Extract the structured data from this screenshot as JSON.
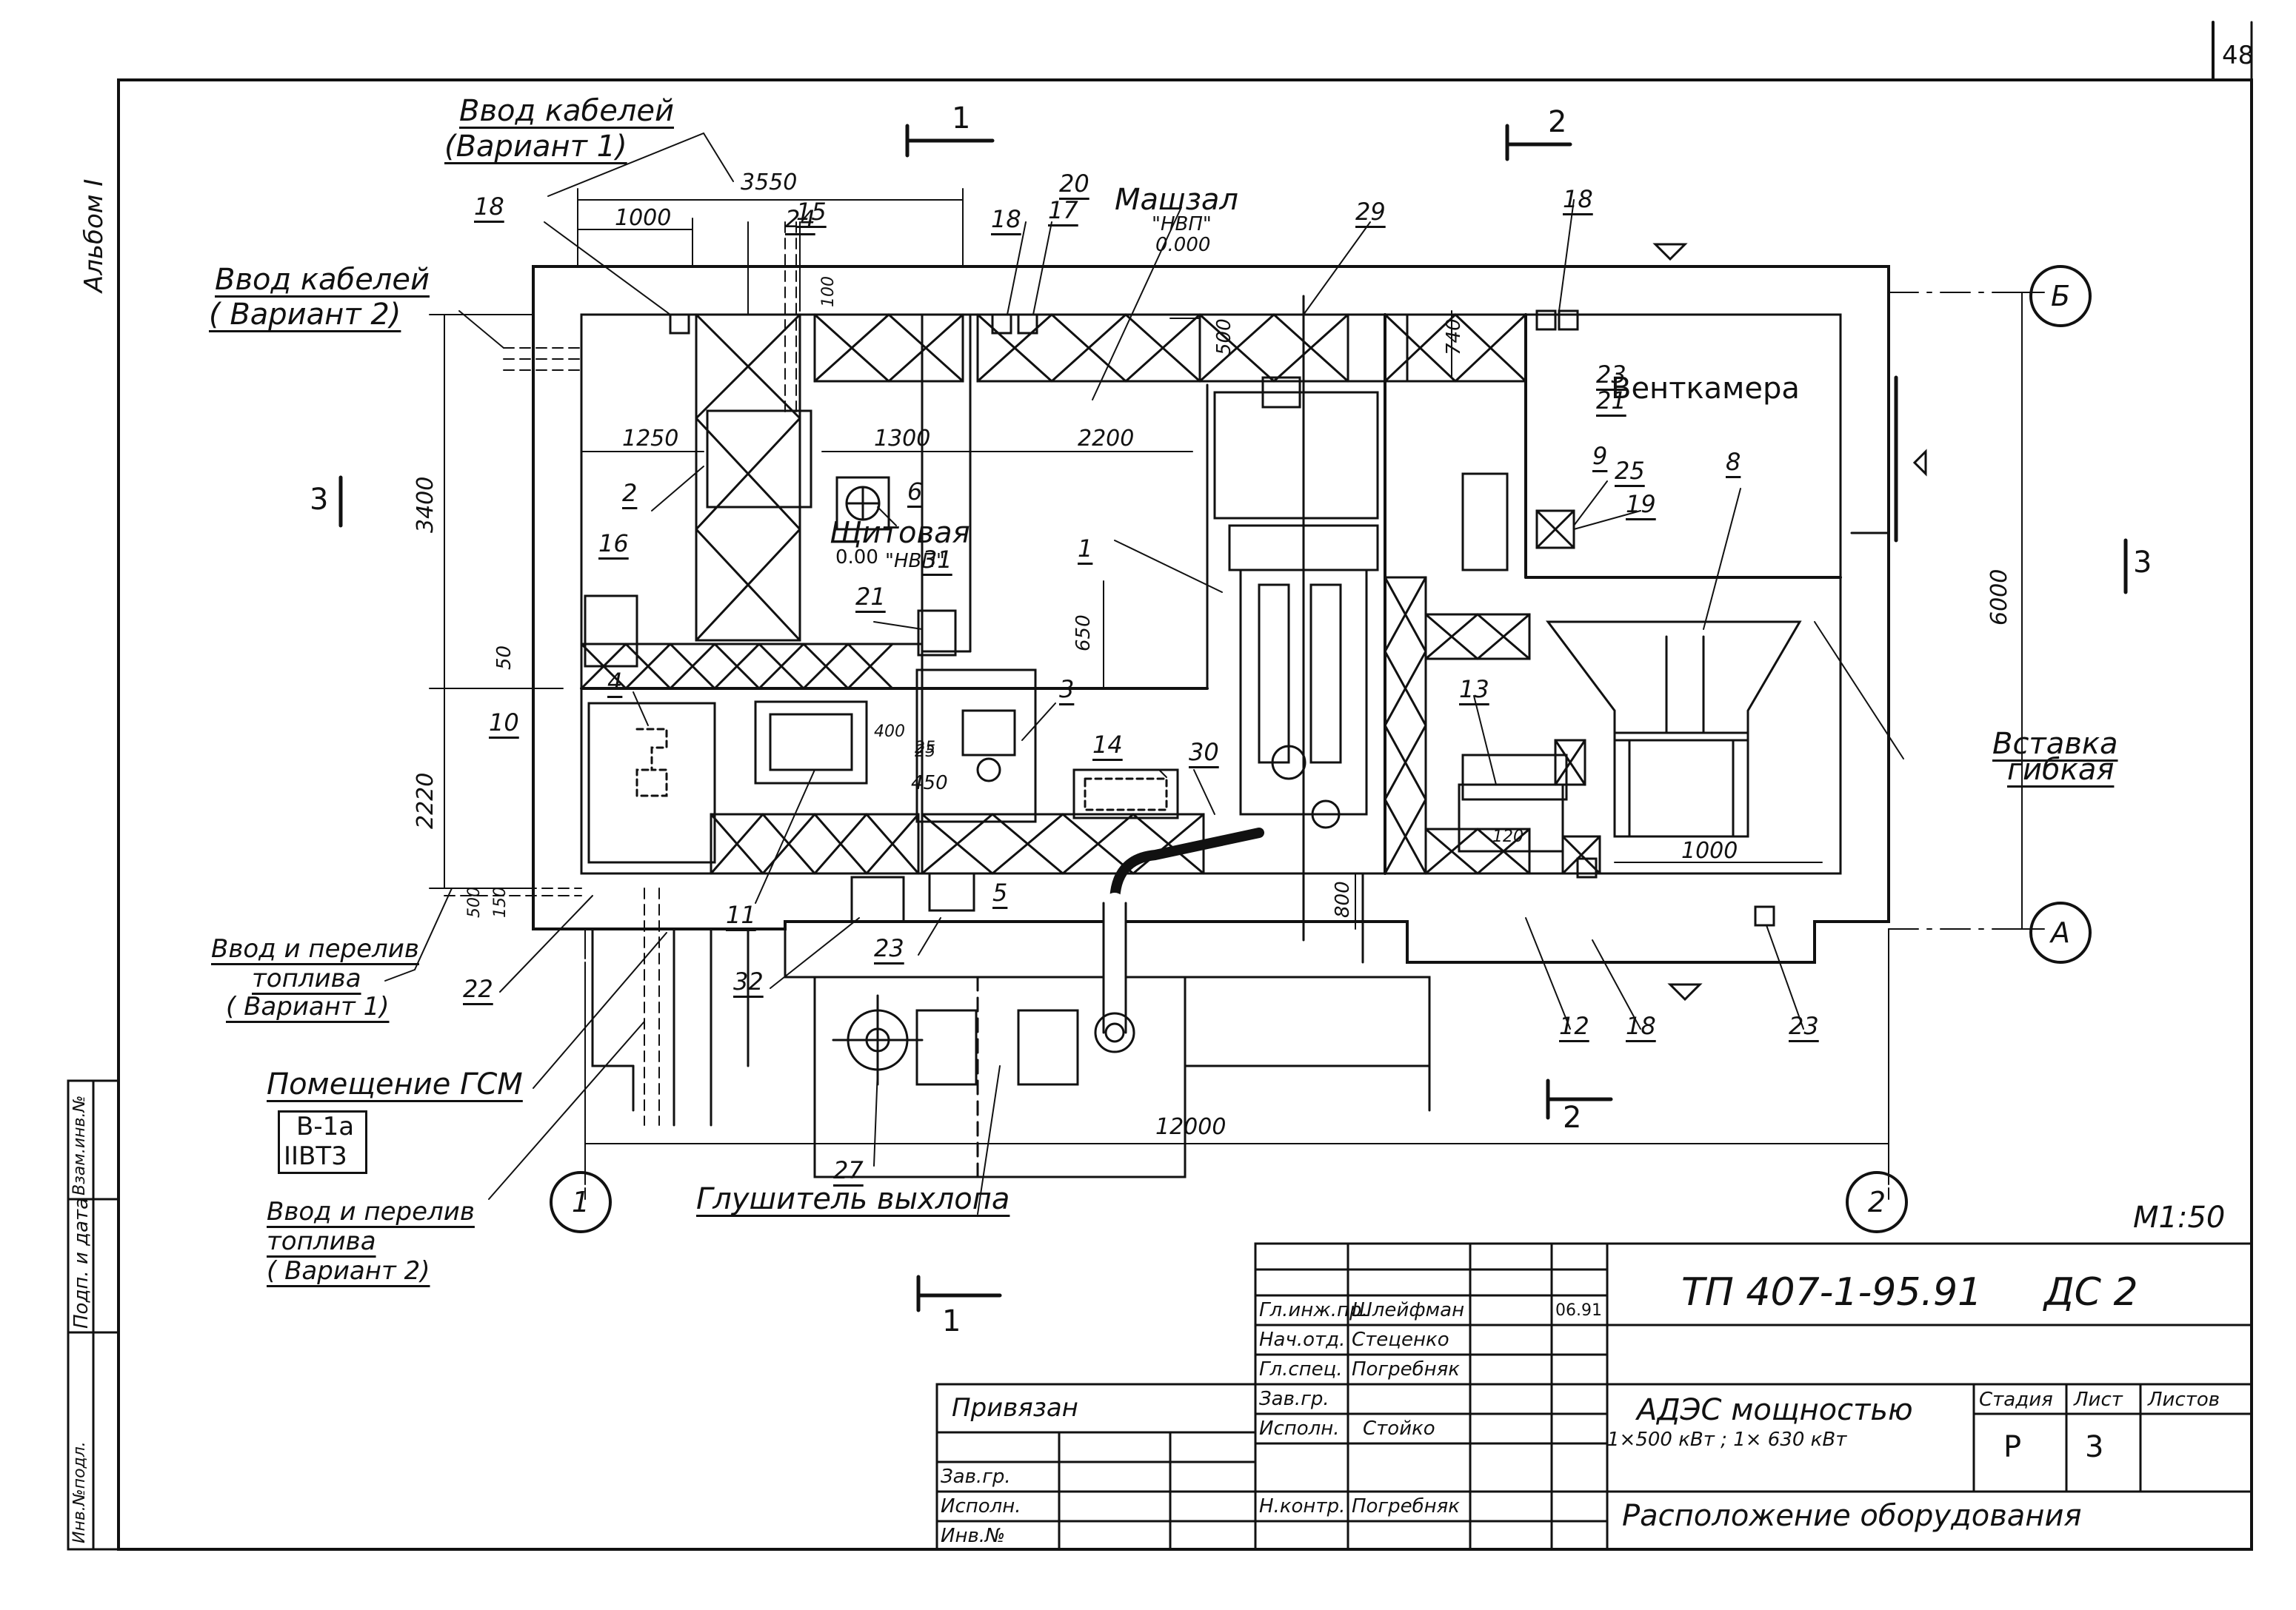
{
  "sheet_number": "48",
  "album_label": "Альбом I",
  "scale": "М1:50",
  "rooms": {
    "machine_hall": "Машзал",
    "machine_hall_mark": "\"НВП\"",
    "machine_hall_level": "0.000",
    "switch_room": "Щитовая",
    "switch_room_mark": "\"НВП\"",
    "switch_room_level": "0.00",
    "vent_chamber": "Венткамера",
    "fuel_room": "Помещение ГСМ",
    "fuel_room_class_top": "В-1а",
    "fuel_room_class_bottom": "IIВТ3"
  },
  "callouts": {
    "cable_entry_1a": "Ввод кабелей",
    "cable_entry_1b": "(Вариант 1)",
    "cable_entry_2a": "Ввод кабелей",
    "cable_entry_2b": "( Вариант 2)",
    "fuel_entry_1a": "Ввод и перелив",
    "fuel_entry_1b": "топлива",
    "fuel_entry_1c": "( Вариант 1)",
    "fuel_entry_2a": "Ввод и перелив",
    "fuel_entry_2b": "топлива",
    "fuel_entry_2c": "( Вариант 2)",
    "flex_insert_a": "Вставка",
    "flex_insert_b": "гибкая",
    "exhaust_silencer": "Глушитель выхлопа"
  },
  "section_marks": {
    "s1": "1",
    "s2": "2",
    "s3": "3"
  },
  "axes": {
    "a1": "1",
    "a2": "2",
    "aA": "А",
    "aB": "Б"
  },
  "dimensions": {
    "d3550": "3550",
    "d1000a": "1000",
    "d1250": "1250",
    "d1300": "1300",
    "d2200": "2200",
    "d3400": "3400",
    "d2220": "2220",
    "d50": "50",
    "d500a": "500",
    "d150": "150",
    "d100": "100",
    "d500b": "500",
    "d740": "740",
    "d650": "650",
    "d400": "400",
    "d450": "450",
    "d25": "25",
    "d800": "800",
    "d120": "120",
    "d1000b": "1000",
    "d6000": "6000",
    "d12000": "12000"
  },
  "positions": [
    "1",
    "2",
    "3",
    "4",
    "5",
    "6",
    "8",
    "9",
    "10",
    "11",
    "12",
    "13",
    "14",
    "15",
    "16",
    "17",
    "18",
    "18",
    "18",
    "18",
    "19",
    "20",
    "21",
    "21",
    "22",
    "23",
    "23",
    "23",
    "24",
    "25",
    "25",
    "27",
    "29",
    "30",
    "31",
    "32"
  ],
  "title_block": {
    "doc_code": "ТП 407-1-95.91",
    "sheet_code": "ДС 2",
    "object_line1": "АДЭС мощностью",
    "object_line2": "1×500 кВт ; 1× 630 кВт",
    "drawing_title": "Расположение оборудования",
    "stage_header": "Стадия",
    "sheet_header": "Лист",
    "sheets_header": "Листов",
    "stage": "Р",
    "sheet": "3",
    "linked": "Привязан",
    "roles": [
      "Гл.инж.пр.",
      "Нач.отд.",
      "Гл.спец.",
      "Зав.гр.",
      "Исполн.",
      "Н.контр."
    ],
    "names": [
      "Шлейфман",
      "Стеценко",
      "Погребняк",
      "",
      "Стойко",
      "Погребняк"
    ],
    "date": "06.91",
    "left_rows": [
      "Зав.гр.",
      "Исполн.",
      "Инв.№"
    ],
    "side_strip": [
      "Инв.№подл.",
      "Подп. и дата",
      "Взам.инв.№"
    ]
  }
}
